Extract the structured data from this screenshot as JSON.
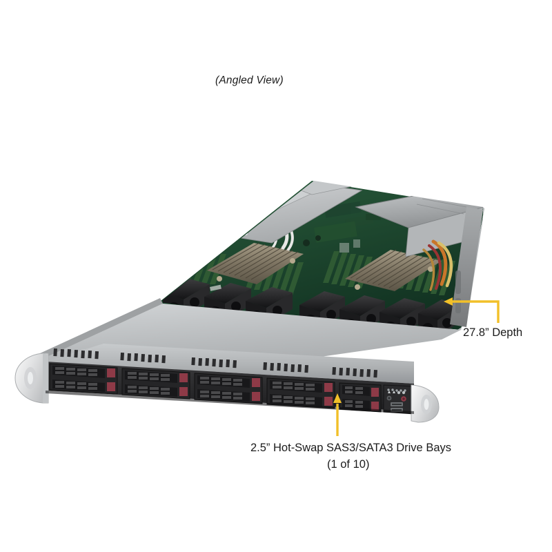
{
  "image": {
    "subject": "1U rack-mount server chassis, top cover removed, angled three-quarter view",
    "background_color": "#ffffff",
    "caption": "(Angled View)"
  },
  "annotations": {
    "accent_color": "#F2C029",
    "items": [
      {
        "id": "depth",
        "label": "27.8” Depth",
        "leader": "elbow",
        "arrow_direction": "left",
        "points_at": "rear-right chassis side wall"
      },
      {
        "id": "drive-bays",
        "label_line_1": "2.5” Hot-Swap SAS3/SATA3 Drive Bays",
        "label_line_2": "(1 of 10)",
        "leader": "vertical",
        "arrow_direction": "up",
        "points_at": "front drive bay carrier"
      }
    ]
  },
  "hardware": {
    "drive_bays": {
      "name": "2.5\" hot-swap drive bay array",
      "columns": 5,
      "rows": 2,
      "total": 10,
      "carrier_color": "#231f20",
      "latch_color": "#8e3a47"
    },
    "front_panel": {
      "name": "front control panel",
      "leds": 5,
      "power_button": true,
      "reset_button": true,
      "usb_ports": 2
    },
    "rack_ears": {
      "name": "rack mount handles",
      "count": 2,
      "color": "#e3e3e3"
    },
    "bezel": {
      "name": "front bezel vent band",
      "color": "#b9bbbd",
      "vent_groups": 4
    },
    "interior": {
      "fans": {
        "name": "system cooling fans",
        "banks": 2,
        "per_bank": 4,
        "color": "#2b2b2d"
      },
      "heatsinks": {
        "name": "CPU heatsinks",
        "count": 2,
        "color": "#8a8271"
      },
      "dimms": {
        "name": "memory module banks",
        "color": "#2f5a33"
      },
      "motherboard": {
        "name": "motherboard",
        "color": "#19472c"
      },
      "power_supply": {
        "name": "power supply module",
        "color": "#9fa2a4"
      },
      "air_shroud": {
        "name": "air shroud / PCIe riser bracket",
        "color": "#bcbfc1"
      },
      "cables": {
        "name": "power cable harness",
        "colors": [
          "#c9762a",
          "#d8c06a",
          "#9a3333"
        ]
      },
      "vga_connector": {
        "name": "VGA connector",
        "color": "#2e4f8f"
      }
    },
    "chassis": {
      "name": "1U chassis body",
      "top_color": "#b6b9bb",
      "side_color": "#8f9294"
    }
  }
}
